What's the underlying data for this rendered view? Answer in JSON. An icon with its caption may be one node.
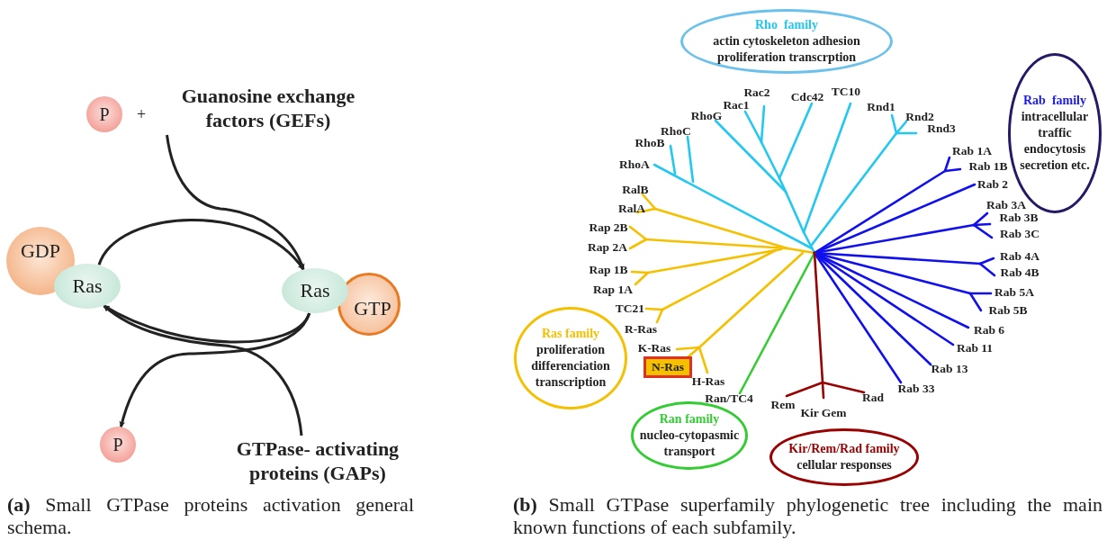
{
  "diagram": {
    "nodes": [
      {
        "text": [
          "P"
        ]
      },
      {
        "text": [
          "Guanosine exchange factors (GEFs)"
        ]
      },
      {
        "text": [
          "GDP"
        ]
      },
      {
        "text": [
          "Ras"
        ]
      },
      {
        "text": [
          "Ras"
        ]
      },
      {
        "text": [
          "GTP"
        ]
      },
      {
        "text": [
          "P"
        ]
      },
      {
        "text": [
          "GTPase- activating proteins (GAPs)"
        ]
      },
      {
        "text": [
          "Rho  family",
          "actin cytoskeleton adhesion proliferation transcrption"
        ]
      },
      {
        "text": [
          "Rab  family",
          "intracellular traffic endocytosis secretion etc."
        ]
      },
      {
        "text": [
          "Ras family",
          "proliferation differenciation transcription"
        ]
      },
      {
        "text": [
          "N-Ras"
        ]
      },
      {
        "text": [
          "Ran family",
          "nucleo-cytopasmic transport"
        ]
      },
      {
        "text": [
          "Kir/Rem/Rad family",
          "cellular responses"
        ]
      }
    ],
    "edges": [
      {
        "from": 3,
        "to": 4,
        "arrow": "to"
      },
      {
        "from": 1,
        "to": 4,
        "arrow": "to"
      },
      {
        "from": 4,
        "to": 3,
        "arrow": "to"
      },
      {
        "from": 7,
        "to": 3,
        "arrow": "to"
      },
      {
        "from": 4,
        "to": 6,
        "arrow": "to"
      }
    ],
    "labels": [
      "Rac2",
      "Cdc42",
      "TC10",
      "Rac1",
      "Rnd1",
      "+",
      "RhoG",
      "Rnd2",
      "RhoC",
      "Rnd3",
      "RhoB",
      "Rab 1A",
      "RhoA",
      "Rab 1B",
      "RalB",
      "Rab 2",
      "RalA",
      "Rab 3A",
      "Rab 3B",
      "Rap 2B",
      "Rab 3C",
      "Rap 2A",
      "Rab 4A",
      "Rap 1B",
      "Rab 4B",
      "Rap 1A",
      "Rab 5A",
      "TC21",
      "Rab 5B",
      "R-Ras",
      "Rab 6",
      "K-Ras",
      "Rab 11",
      "Rab 13",
      "H-Ras",
      "Rab 33",
      "Ran/TC4",
      "Rem",
      "Kir Gem",
      "Rad",
      "**(a)** Small GTPase proteins activation general schema.",
      "**(b)** Small GTPase superfamily phylogenetic tree including the main known functions of each subfamily."
    ]
  }
}
